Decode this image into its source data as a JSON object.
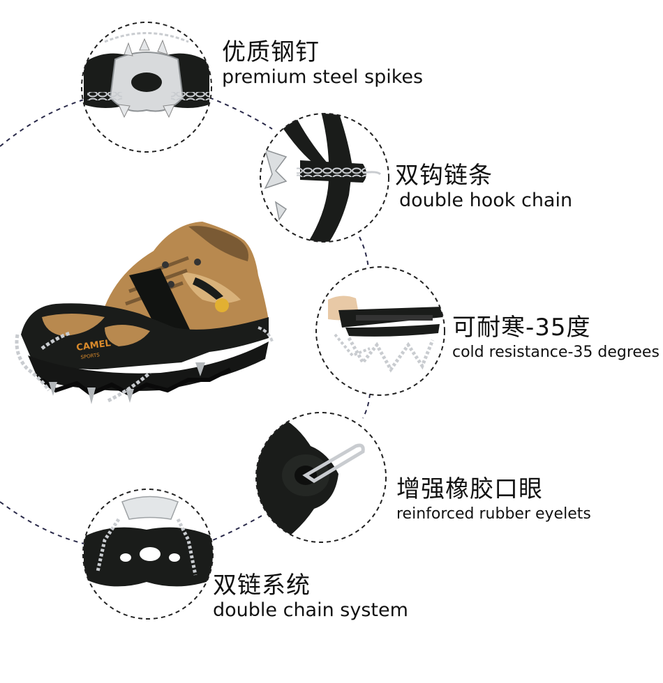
{
  "features": [
    {
      "zh": "优质钢钉",
      "en": "premium steel spikes",
      "image": "spike-plate-closeup"
    },
    {
      "zh": "双钩链条",
      "en": "double hook chain",
      "image": "hook-chain-closeup"
    },
    {
      "zh": "可耐寒-35度",
      "en": "cold resistance-35 degrees",
      "image": "stretched-crampon-closeup"
    },
    {
      "zh": "增强橡胶口眼",
      "en": "reinforced rubber eyelets",
      "image": "rubber-eyelet-closeup"
    },
    {
      "zh": "双链系统",
      "en": "double chain system",
      "image": "double-chain-closeup"
    }
  ],
  "product": {
    "shoe_brand_text": "CAMEL",
    "shoe_sub_text": "SPORTS"
  },
  "colors": {
    "rubber": "#1a1c1a",
    "leather": "#b8894f",
    "chain": "#c9ccd0",
    "dashed_circle": "#222222",
    "dashed_arc": "#2a2a4a"
  }
}
